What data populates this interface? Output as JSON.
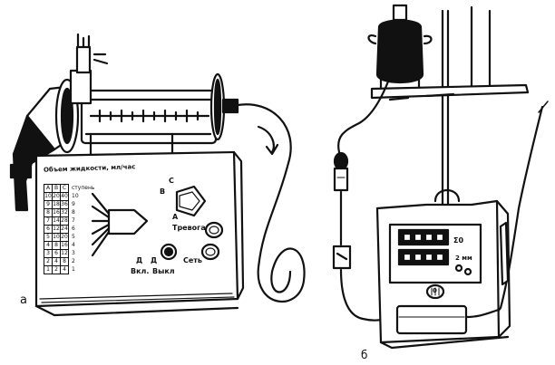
{
  "figure_labels": {
    "left": "а",
    "right": "б"
  },
  "device_a": {
    "header": "Объем жидкости, мл/час",
    "columns": [
      "A",
      "B",
      "C",
      "ступень"
    ],
    "rows": [
      [
        "10",
        "20",
        "40",
        "10"
      ],
      [
        "9",
        "18",
        "36",
        "9"
      ],
      [
        "8",
        "16",
        "32",
        "8"
      ],
      [
        "7",
        "14",
        "28",
        "7"
      ],
      [
        "6",
        "12",
        "24",
        "6"
      ],
      [
        "5",
        "10",
        "20",
        "5"
      ],
      [
        "4",
        "8",
        "16",
        "4"
      ],
      [
        "3",
        "6",
        "12",
        "3"
      ],
      [
        "2",
        "4",
        "8",
        "2"
      ],
      [
        "1",
        "2",
        "4",
        "1"
      ]
    ],
    "selector_labels": {
      "top": "C",
      "mid": "B",
      "bottom": "A"
    },
    "alarm_label": "Тревога",
    "mains_label": "Сеть",
    "switch_label_a": "Д",
    "switch_label_b": "Д",
    "on_label": "Вкл.",
    "off_label": "Выкл"
  },
  "device_b": {
    "sigma_label": "Σ0",
    "label_2": "2 мм",
    "knob_label": "0"
  }
}
